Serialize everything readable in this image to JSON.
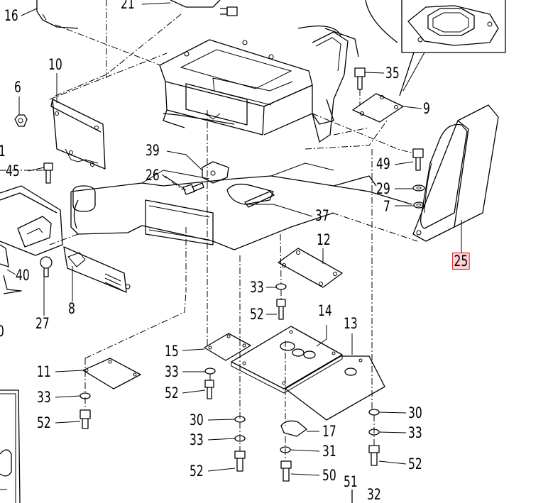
{
  "diagram": {
    "highlighted_part": "25",
    "highlight_color": "#d01010",
    "callouts": [
      {
        "id": "c16",
        "label": "16"
      },
      {
        "id": "c21",
        "label": "21"
      },
      {
        "id": "c10",
        "label": "10"
      },
      {
        "id": "c6",
        "label": "6"
      },
      {
        "id": "c1",
        "label": "1"
      },
      {
        "id": "c45",
        "label": "45"
      },
      {
        "id": "c35",
        "label": "35"
      },
      {
        "id": "c9",
        "label": "9"
      },
      {
        "id": "c39",
        "label": "39"
      },
      {
        "id": "c26",
        "label": "26"
      },
      {
        "id": "c49",
        "label": "49"
      },
      {
        "id": "c29",
        "label": "29"
      },
      {
        "id": "c7",
        "label": "7"
      },
      {
        "id": "c37",
        "label": "37"
      },
      {
        "id": "c12",
        "label": "12"
      },
      {
        "id": "c25",
        "label": "25"
      },
      {
        "id": "c40",
        "label": "40"
      },
      {
        "id": "c27",
        "label": "27"
      },
      {
        "id": "c8",
        "label": "8"
      },
      {
        "id": "c0",
        "label": "0"
      },
      {
        "id": "c33a",
        "label": "33"
      },
      {
        "id": "c52a",
        "label": "52"
      },
      {
        "id": "c14",
        "label": "14"
      },
      {
        "id": "c13",
        "label": "13"
      },
      {
        "id": "c15",
        "label": "15"
      },
      {
        "id": "c11",
        "label": "11"
      },
      {
        "id": "c33b",
        "label": "33"
      },
      {
        "id": "c52b",
        "label": "52"
      },
      {
        "id": "c33c",
        "label": "33"
      },
      {
        "id": "c52c",
        "label": "52"
      },
      {
        "id": "c30a",
        "label": "30"
      },
      {
        "id": "c33d",
        "label": "33"
      },
      {
        "id": "c52d",
        "label": "52"
      },
      {
        "id": "c17",
        "label": "17"
      },
      {
        "id": "c31",
        "label": "31"
      },
      {
        "id": "c50",
        "label": "50"
      },
      {
        "id": "c30b",
        "label": "30"
      },
      {
        "id": "c33e",
        "label": "33"
      },
      {
        "id": "c52e",
        "label": "52"
      },
      {
        "id": "c51",
        "label": "51"
      },
      {
        "id": "c32",
        "label": "32"
      }
    ]
  }
}
